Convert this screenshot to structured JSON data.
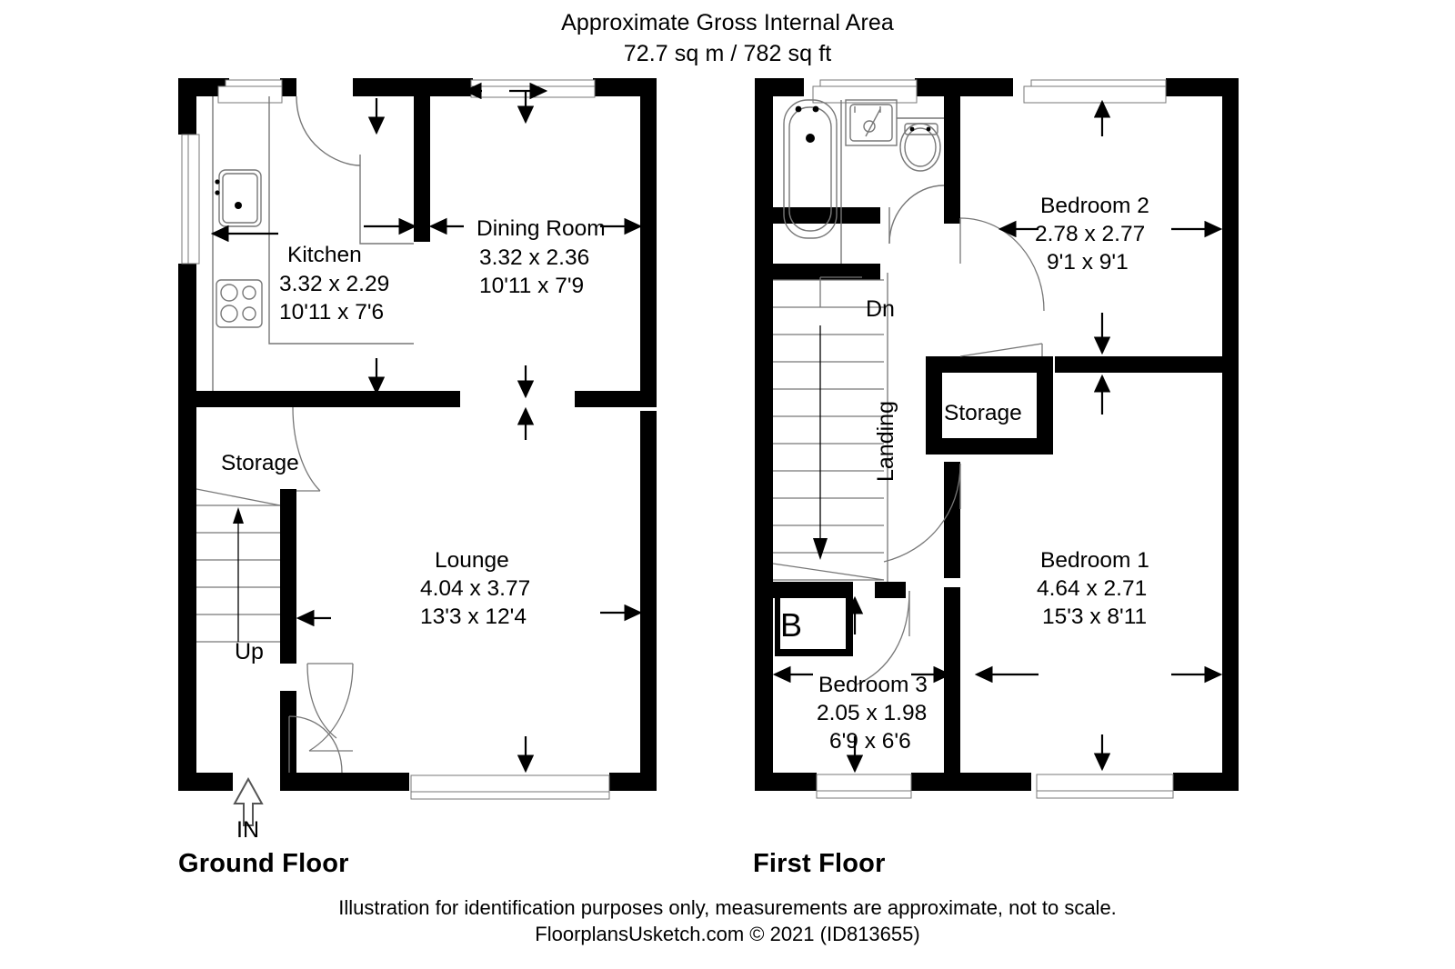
{
  "header": {
    "line1": "Approximate Gross Internal Area",
    "line2": "72.7 sq m / 782 sq ft"
  },
  "floors": [
    {
      "id": "ground",
      "label": "Ground Floor",
      "rooms": [
        {
          "name": "Kitchen",
          "metric": "3.32 x 2.29",
          "imperial": "10'11 x 7'6"
        },
        {
          "name": "Dining Room",
          "metric": "3.32 x 2.36",
          "imperial": "10'11 x 7'9"
        },
        {
          "name": "Lounge",
          "metric": "4.04 x 3.77",
          "imperial": "13'3 x 12'4"
        },
        {
          "name": "Storage",
          "metric": "",
          "imperial": ""
        }
      ],
      "annotations": [
        {
          "name": "stairs-direction",
          "text": "Up"
        },
        {
          "name": "entrance",
          "text": "IN"
        }
      ]
    },
    {
      "id": "first",
      "label": "First Floor",
      "rooms": [
        {
          "name": "Bedroom 2",
          "metric": "2.78 x 2.77",
          "imperial": "9'1 x 9'1"
        },
        {
          "name": "Bedroom 1",
          "metric": "4.64 x 2.71",
          "imperial": "15'3 x 8'11"
        },
        {
          "name": "Bedroom 3",
          "metric": "2.05 x 1.98",
          "imperial": "6'9 x 6'6"
        },
        {
          "name": "Storage",
          "metric": "",
          "imperial": ""
        }
      ],
      "annotations": [
        {
          "name": "stairs-direction",
          "text": "Dn"
        },
        {
          "name": "landing",
          "text": "Landing"
        },
        {
          "name": "boiler",
          "text": "B"
        }
      ]
    }
  ],
  "footer": {
    "disclaimer": "Illustration for identification purposes only, measurements are approximate, not to scale.",
    "copyright": "FloorplansUsketch.com © 2021 (ID813655)"
  },
  "colors": {
    "wall": "#000000",
    "background": "#ffffff",
    "line": "#555555"
  }
}
